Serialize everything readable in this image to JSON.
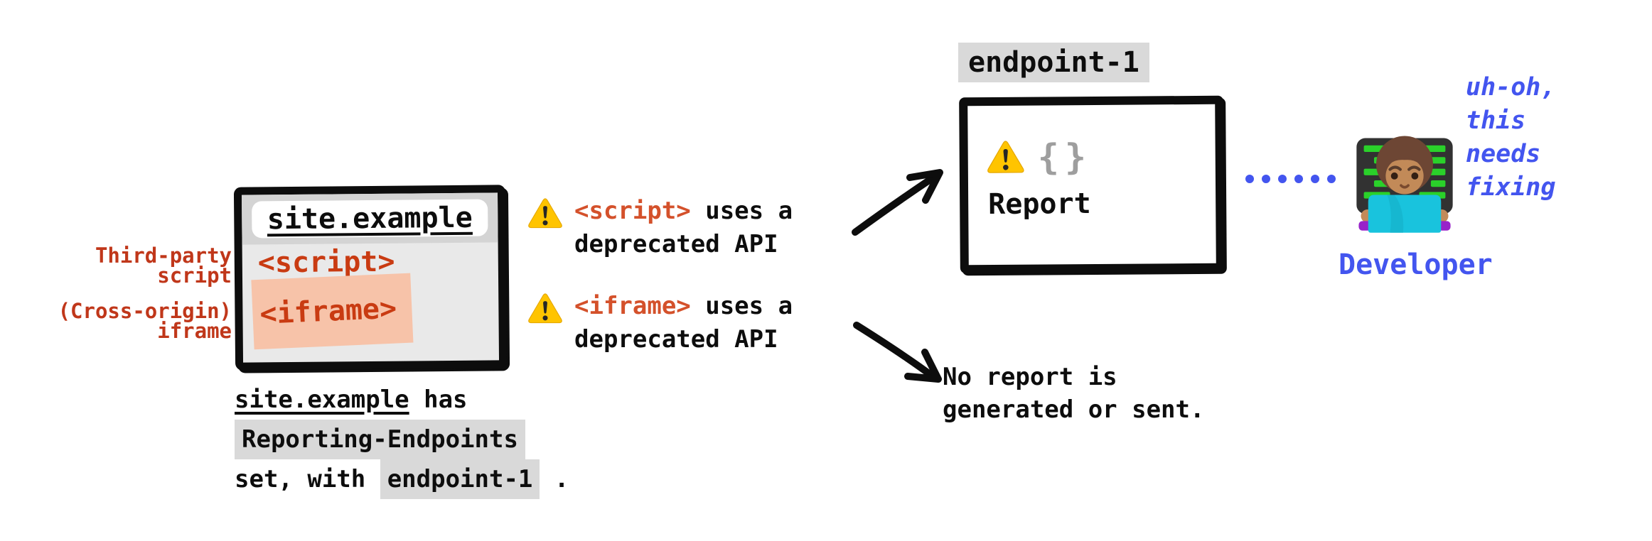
{
  "colors": {
    "ink": "#0d0d0d",
    "label_red": "#c0371a",
    "tag_red": "#c93b12",
    "warn_tag_orange": "#d4512b",
    "blue": "#4355ef",
    "chip_gray": "#d9d9d9",
    "iframe_highlight": "#f7c3a9",
    "window_body": "#e9e9e9",
    "window_bar": "#d4d4d4",
    "braces_gray": "#9e9e9e"
  },
  "browser_window": {
    "url": "site.example",
    "script_tag": "<script>",
    "iframe_tag": "<iframe>"
  },
  "side_labels": {
    "script": [
      "Third-party",
      "script"
    ],
    "iframe": [
      "(Cross-origin)",
      "iframe"
    ]
  },
  "warnings": [
    {
      "icon": "warning-icon",
      "tag": "<script>",
      "rest": " uses a",
      "line2": "deprecated API"
    },
    {
      "icon": "warning-icon",
      "tag": "<iframe>",
      "rest": " uses a",
      "line2": "deprecated API"
    }
  ],
  "endpoint": {
    "label": "endpoint-1",
    "icon": "warning-icon",
    "braces": "{}",
    "report": "Report"
  },
  "no_report": {
    "lines": [
      "No report is",
      "generated or sent."
    ]
  },
  "developer": {
    "thought": [
      "uh-oh,",
      "this",
      "needs",
      "fixing"
    ],
    "label": "Developer",
    "icon": "woman-technologist-emoji"
  },
  "caption": {
    "site": "site.example",
    "after_site": " has",
    "header": "Reporting-Endpoints",
    "prefix": "set, with ",
    "endpoint": "endpoint-1",
    "suffix": " ."
  },
  "dotted_line": {
    "count": 6
  }
}
